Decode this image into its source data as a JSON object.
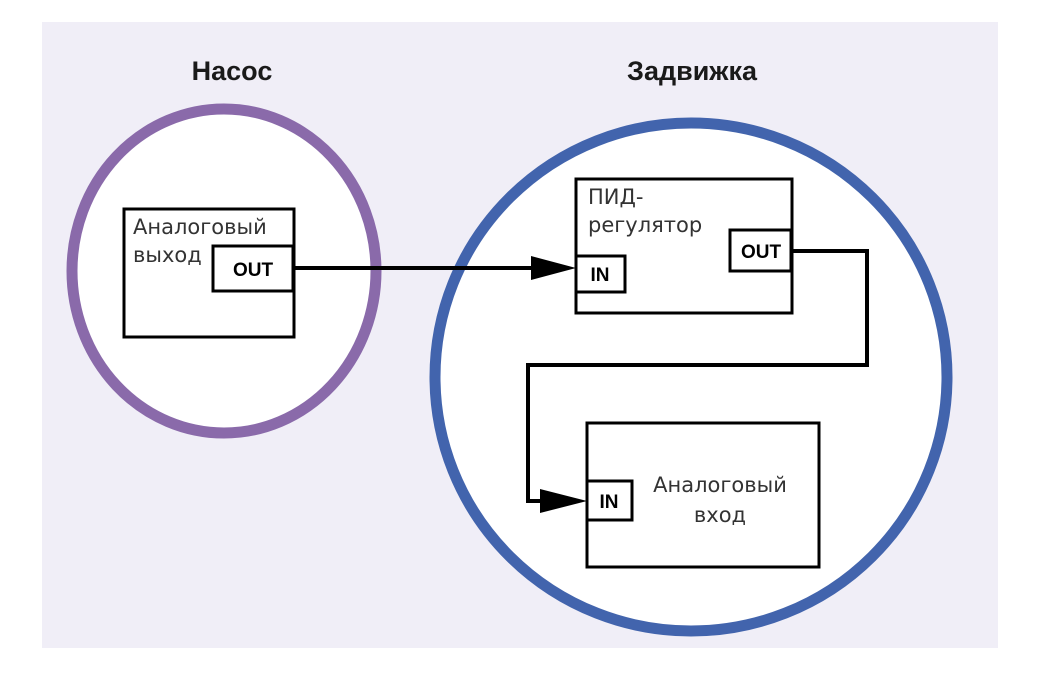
{
  "colors": {
    "panel_bg": "#f0eef7",
    "pump_ring": "#8a6aaa",
    "valve_ring": "#4264ad",
    "ink": "#000000"
  },
  "pump": {
    "title": "Насос",
    "block": {
      "line1": "Аналоговый",
      "line2": "выход",
      "port": "OUT"
    }
  },
  "valve": {
    "title": "Задвижка",
    "pid": {
      "line1": "ПИД-",
      "line2": "регулятор",
      "in_port": "IN",
      "out_port": "OUT"
    },
    "input": {
      "line1": "Аналоговый",
      "line2": "вход",
      "port": "IN"
    }
  }
}
